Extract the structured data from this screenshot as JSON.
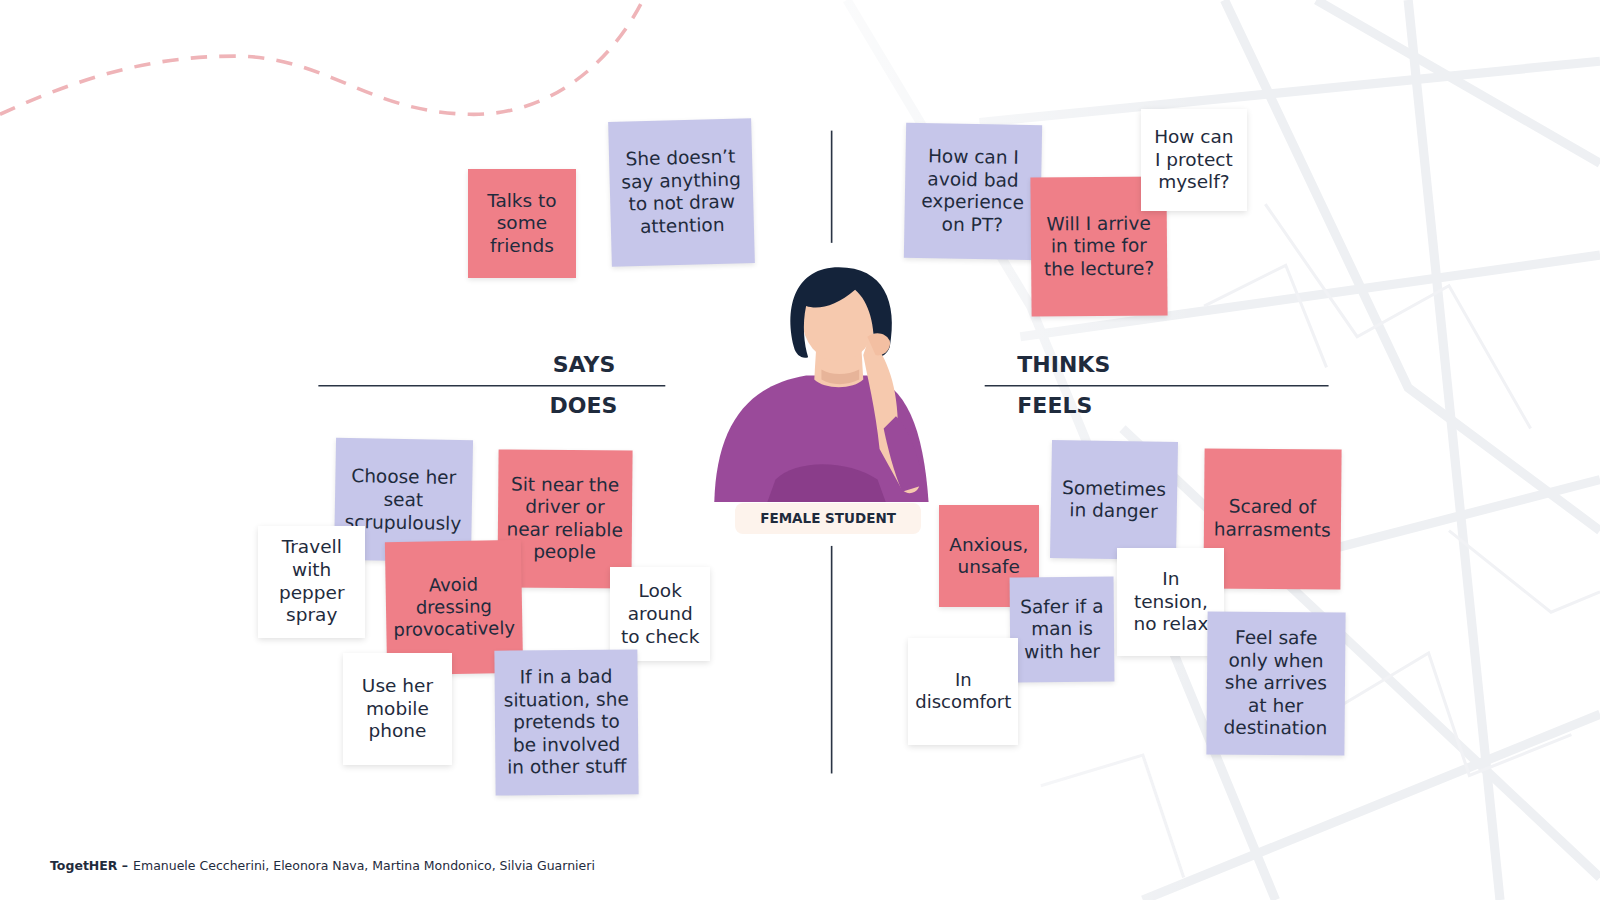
{
  "diagram": {
    "nodes": [
      {
        "text": [
          "Talks to some friends"
        ]
      },
      {
        "text": [
          "She doesn’t say anything to not draw attention"
        ]
      },
      {
        "text": [
          "How can I avoid bad experience on PT?"
        ]
      },
      {
        "text": [
          "Will I arrive in time for the lecture?"
        ]
      },
      {
        "text": [
          "How can I protect myself?"
        ]
      },
      {
        "text": [
          "Choose her seat scrupulously"
        ]
      },
      {
        "text": [
          "Sit near the driver or near reliable people"
        ]
      },
      {
        "text": [
          "Travell with pepper spray"
        ]
      },
      {
        "text": [
          "Avoid dressing provocatively"
        ]
      },
      {
        "text": [
          "Look around to check"
        ]
      },
      {
        "text": [
          "Use her mobile phone"
        ]
      },
      {
        "text": [
          "If in a bad situation, she pretends to be involved in other stuff"
        ]
      },
      {
        "text": [
          "FEMALE STUDENT"
        ]
      },
      {
        "text": [
          "Anxious, unsafe"
        ]
      },
      {
        "text": [
          "Sometimes in danger"
        ]
      },
      {
        "text": [
          "Scared of harrasments"
        ]
      },
      {
        "text": [
          "In tension, no relax"
        ]
      },
      {
        "text": [
          "Safer if a man is with her"
        ]
      },
      {
        "text": [
          "In discomfort"
        ]
      },
      {
        "text": [
          "Feel safe only when she arrives at her destination"
        ]
      }
    ],
    "labels": [
      "SAYS",
      "DOES",
      "THINKS",
      "FEELS",
      "TogetHER –",
      "Emanuele Ceccherini, Eleonora Nava, Martina Mondonico, Silvia Guarnieri"
    ]
  }
}
